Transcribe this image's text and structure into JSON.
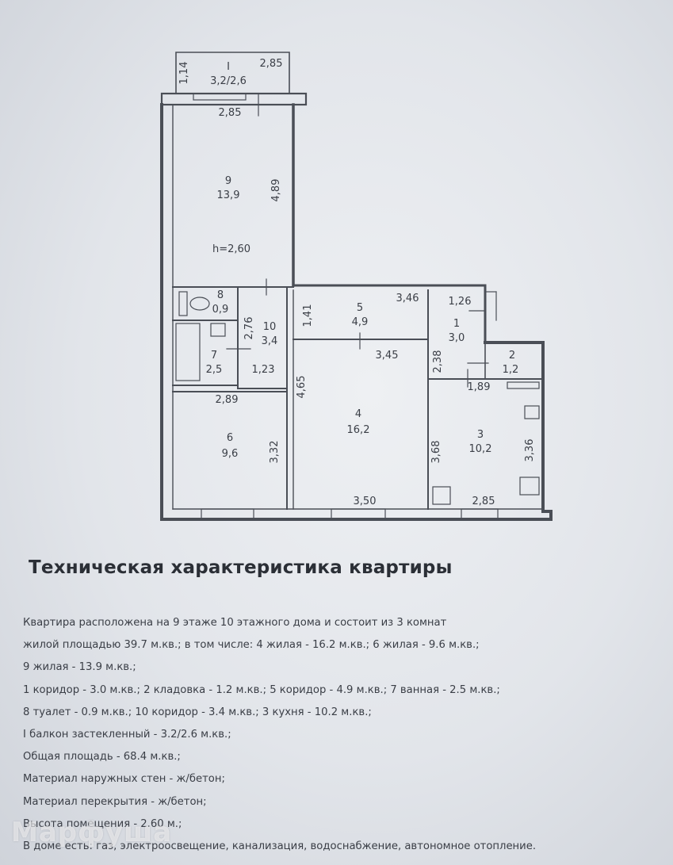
{
  "plan": {
    "balcony": {
      "number": "I",
      "area": "3,2/2,6",
      "dim_left": "1,14",
      "dim_top": "2,85"
    },
    "ceiling_height": "h=2,60",
    "rooms": [
      {
        "id": "9",
        "area": "13,9"
      },
      {
        "id": "8",
        "area": "0,9"
      },
      {
        "id": "10",
        "area": "3,4"
      },
      {
        "id": "7",
        "area": "2,5"
      },
      {
        "id": "5",
        "area": "4,9"
      },
      {
        "id": "1",
        "area": "3,0"
      },
      {
        "id": "2",
        "area": "1,2"
      },
      {
        "id": "4",
        "area": "16,2"
      },
      {
        "id": "6",
        "area": "9,6"
      },
      {
        "id": "3",
        "area": "10,2"
      }
    ],
    "dims": {
      "d_9_top": "2,85",
      "d_9_side": "4,89",
      "d_10_side": "2,76",
      "d_10_bottom": "1,23",
      "d_5_side": "1,41",
      "d_5_top": "3,46",
      "d_4_top": "3,45",
      "d_4_side": "4,65",
      "d_4_bottom": "3,50",
      "d_1_top": "1,26",
      "d_1_side": "2,38",
      "d_3_top": "1,89",
      "d_3_left": "3,68",
      "d_3_right": "3,36",
      "d_3_bottom": "2,85",
      "d_6_top": "2,89",
      "d_6_side": "3,32"
    }
  },
  "doc": {
    "title": "Техническая характеристика квартиры",
    "lines": [
      "Квартира расположена на 9 этаже 10 этажного дома и состоит из 3 комнат",
      "жилой площадью 39.7 м.кв.; в том числе: 4 жилая - 16.2 м.кв.; 6 жилая - 9.6 м.кв.;",
      "9 жилая - 13.9 м.кв.;",
      "1 коридор - 3.0 м.кв.; 2 кладовка - 1.2 м.кв.; 5 коридор - 4.9 м.кв.; 7 ванная - 2.5 м.кв.;",
      "8 туалет - 0.9 м.кв.; 10 коридор - 3.4 м.кв.;   3 кухня - 10.2 м.кв.;",
      "I балкон застекленный - 3.2/2.6 м.кв.;",
      "Общая площадь - 68.4 м.кв.;",
      "Материал наружных стен - ж/бетон;",
      "Материал перекрытия - ж/бетон;",
      "Высота помещения - 2.60 м.;",
      "В доме есть: газ, электроосвещение, канализация, водоснабжение, автономное отопление."
    ]
  },
  "watermark": "Марфуша"
}
